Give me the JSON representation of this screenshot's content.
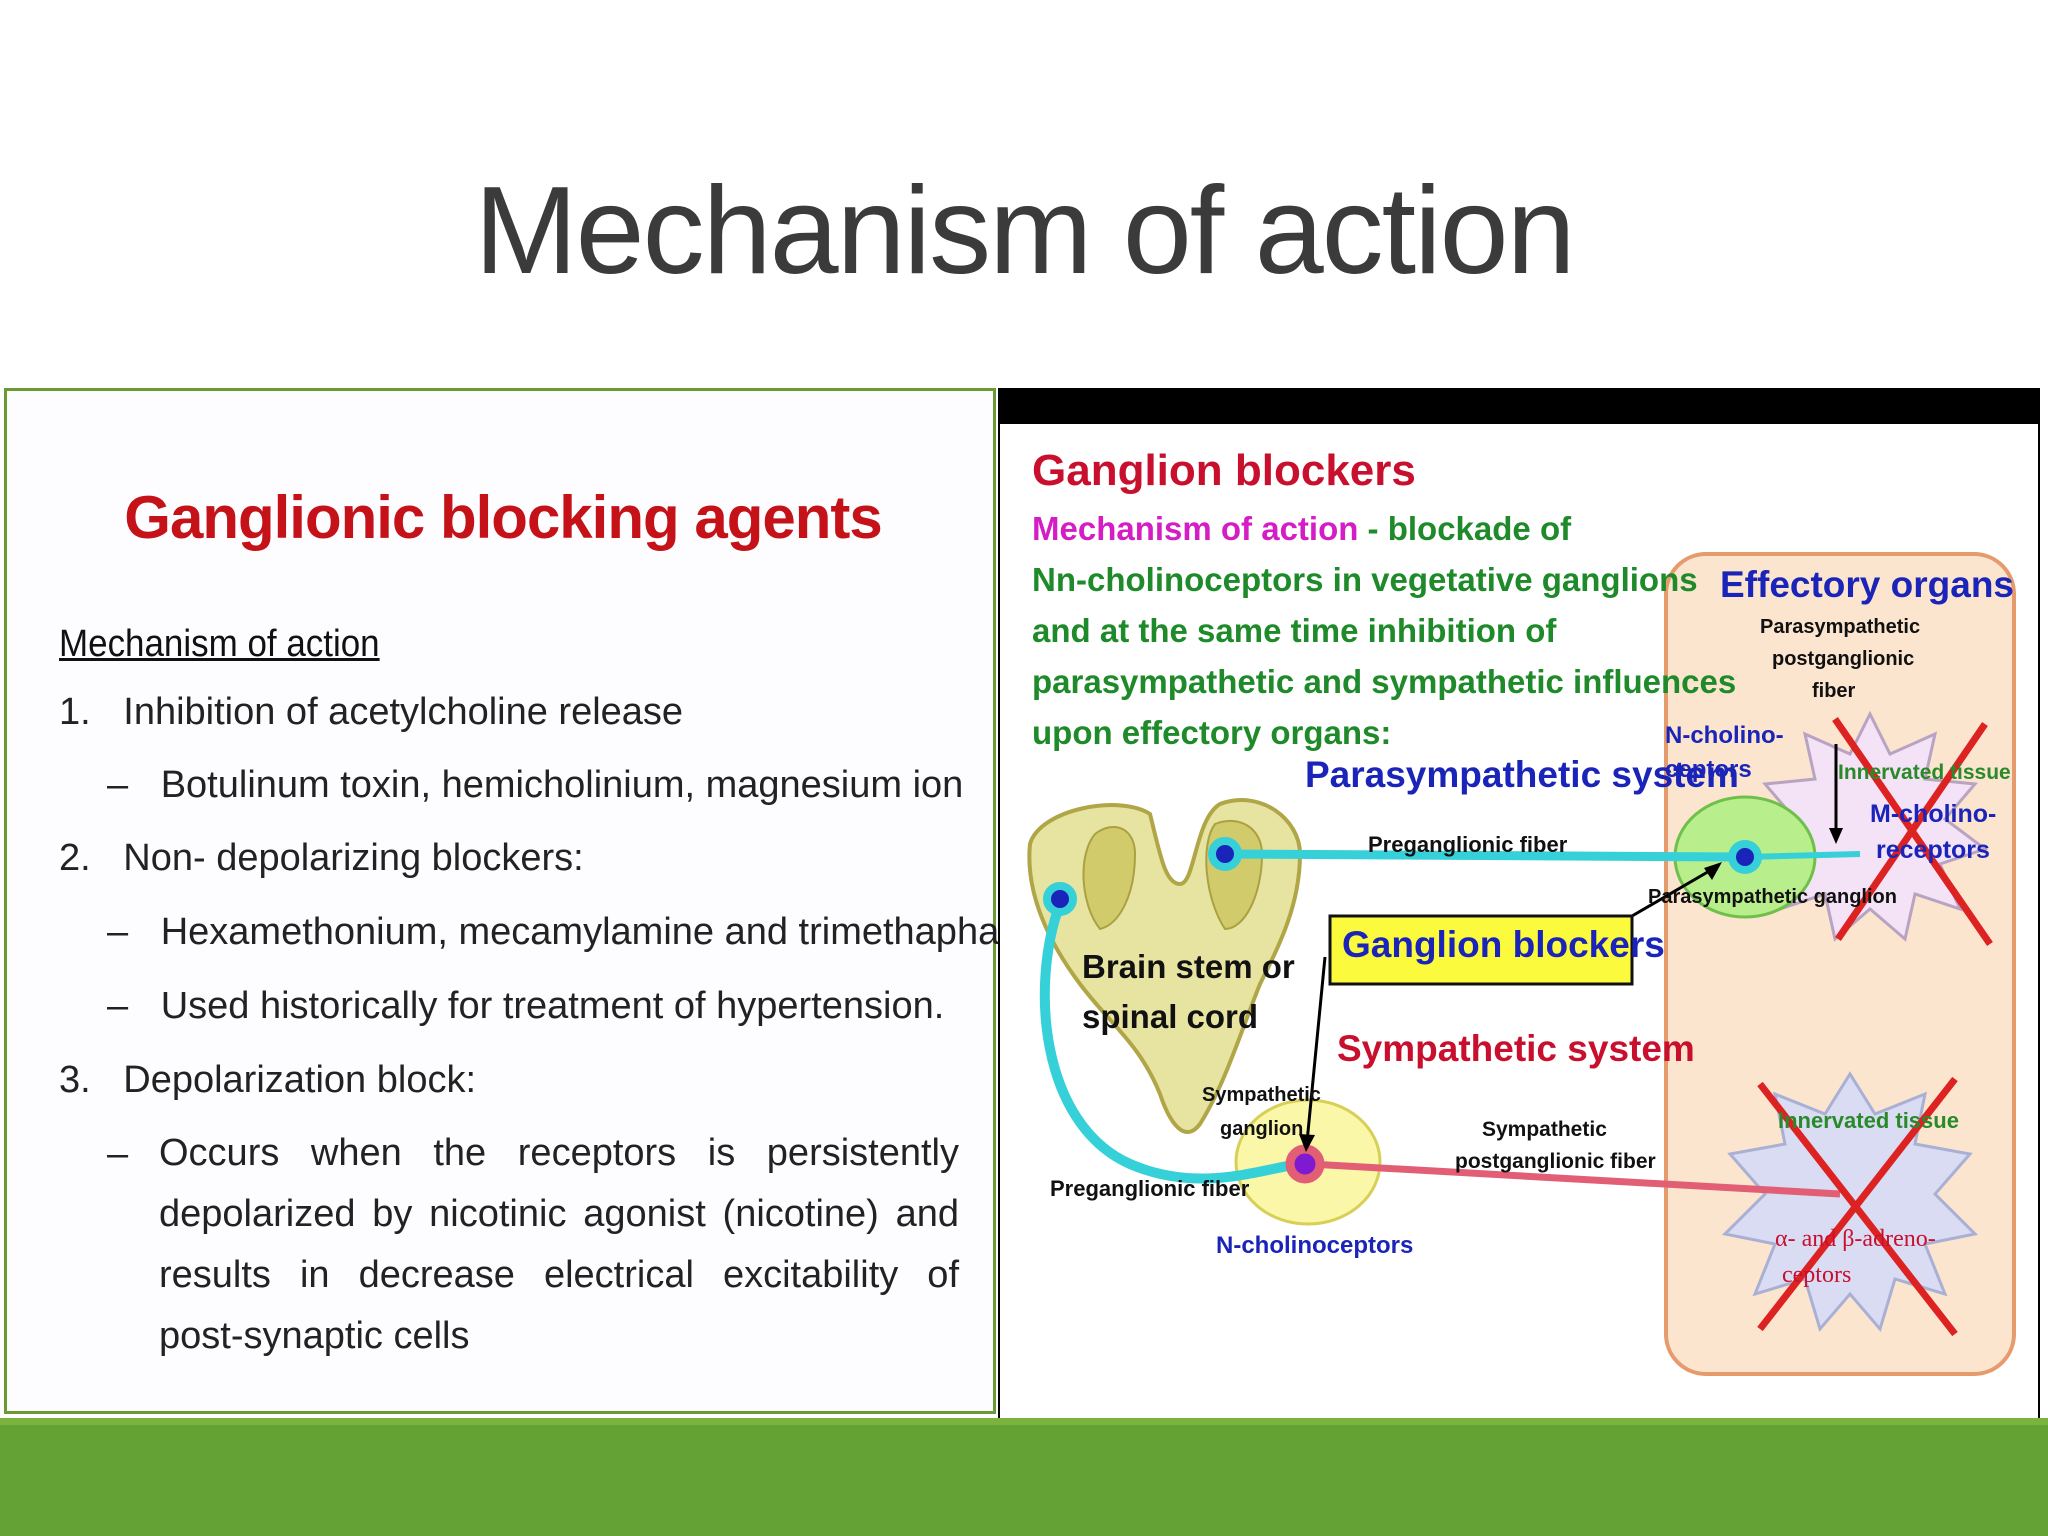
{
  "slide": {
    "title": "Mechanism of action"
  },
  "left_panel": {
    "heading": "Ganglionic blocking agents",
    "subheading": "Mechanism of action",
    "items": [
      {
        "number": "1.",
        "text": "Inhibition of acetylcholine release"
      },
      {
        "dash": "–",
        "text": "Botulinum toxin, hemicholinium, magnesium ion"
      },
      {
        "number": "2.",
        "text": "Non- depolarizing blockers:"
      },
      {
        "dash": "–",
        "text": "Hexamethonium, mecamylamine and trimethaphan"
      },
      {
        "dash": "–",
        "text": "Used historically for treatment of hypertension."
      },
      {
        "number": "3.",
        "text": "Depolarization block:"
      },
      {
        "dash": "–",
        "text": "Occurs when the receptors is persistently depolarized by nicotinic agonist (nicotine) and results in decrease electrical excitability of post-synaptic cells"
      }
    ]
  },
  "diagram": {
    "title": "Ganglion blockers",
    "moa_label": "Mechanism of action",
    "moa_text_line1": " - blockade of",
    "moa_text_line2": "Nn-cholinoceptors in vegetative ganglions",
    "moa_text_line3": "and at the same time inhibition of",
    "moa_text_line4": "parasympathetic and sympathetic influences",
    "moa_text_line5": "upon effectory organs:",
    "effectory_organs": "Effectory organs",
    "parasym_postganglionic_1": "Parasympathetic",
    "parasym_postganglionic_2": "postganglionic",
    "parasym_postganglionic_3": "fiber",
    "n_cholinoceptors_top_1": "N-cholino-",
    "n_cholinoceptors_top_2": "ceptors",
    "innervated_tissue_top": "Innervated tissue",
    "m_cholinoceptors_1": "M-cholino-",
    "m_cholinoceptors_2": "receptors",
    "parasympathetic_system": "Parasympathetic system",
    "preganglionic_fiber_top": "Preganglionic fiber",
    "parasympathetic_ganglion": "Parasympathetic ganglion",
    "brain_stem_1": "Brain stem or",
    "brain_stem_2": "spinal cord",
    "ganglion_blockers_box": "Ganglion blockers",
    "sympathetic_system": "Sympathetic system",
    "sympathetic_ganglion_1": "Sympathetic",
    "sympathetic_ganglion_2": "ganglion",
    "sympathetic_postganglionic_1": "Sympathetic",
    "sympathetic_postganglionic_2": "postganglionic fiber",
    "preganglionic_fiber_bottom": "Preganglionic fiber",
    "n_cholinoceptors_bottom": "N-cholinoceptors",
    "innervated_tissue_bottom": "Innervated tissue",
    "adrenoceptors_1": "α- and β-adreno-",
    "adrenoceptors_2": "ceptors"
  },
  "colors": {
    "title_text": "#3b3b3b",
    "accent_green": "#64a235",
    "heading_red": "#c41218",
    "diagram_red": "#c8102e",
    "diagram_magenta": "#d41dc4",
    "diagram_green": "#1e8a2a",
    "diagram_blue": "#1a24b8",
    "nerve_cyan": "#35d0d8"
  }
}
